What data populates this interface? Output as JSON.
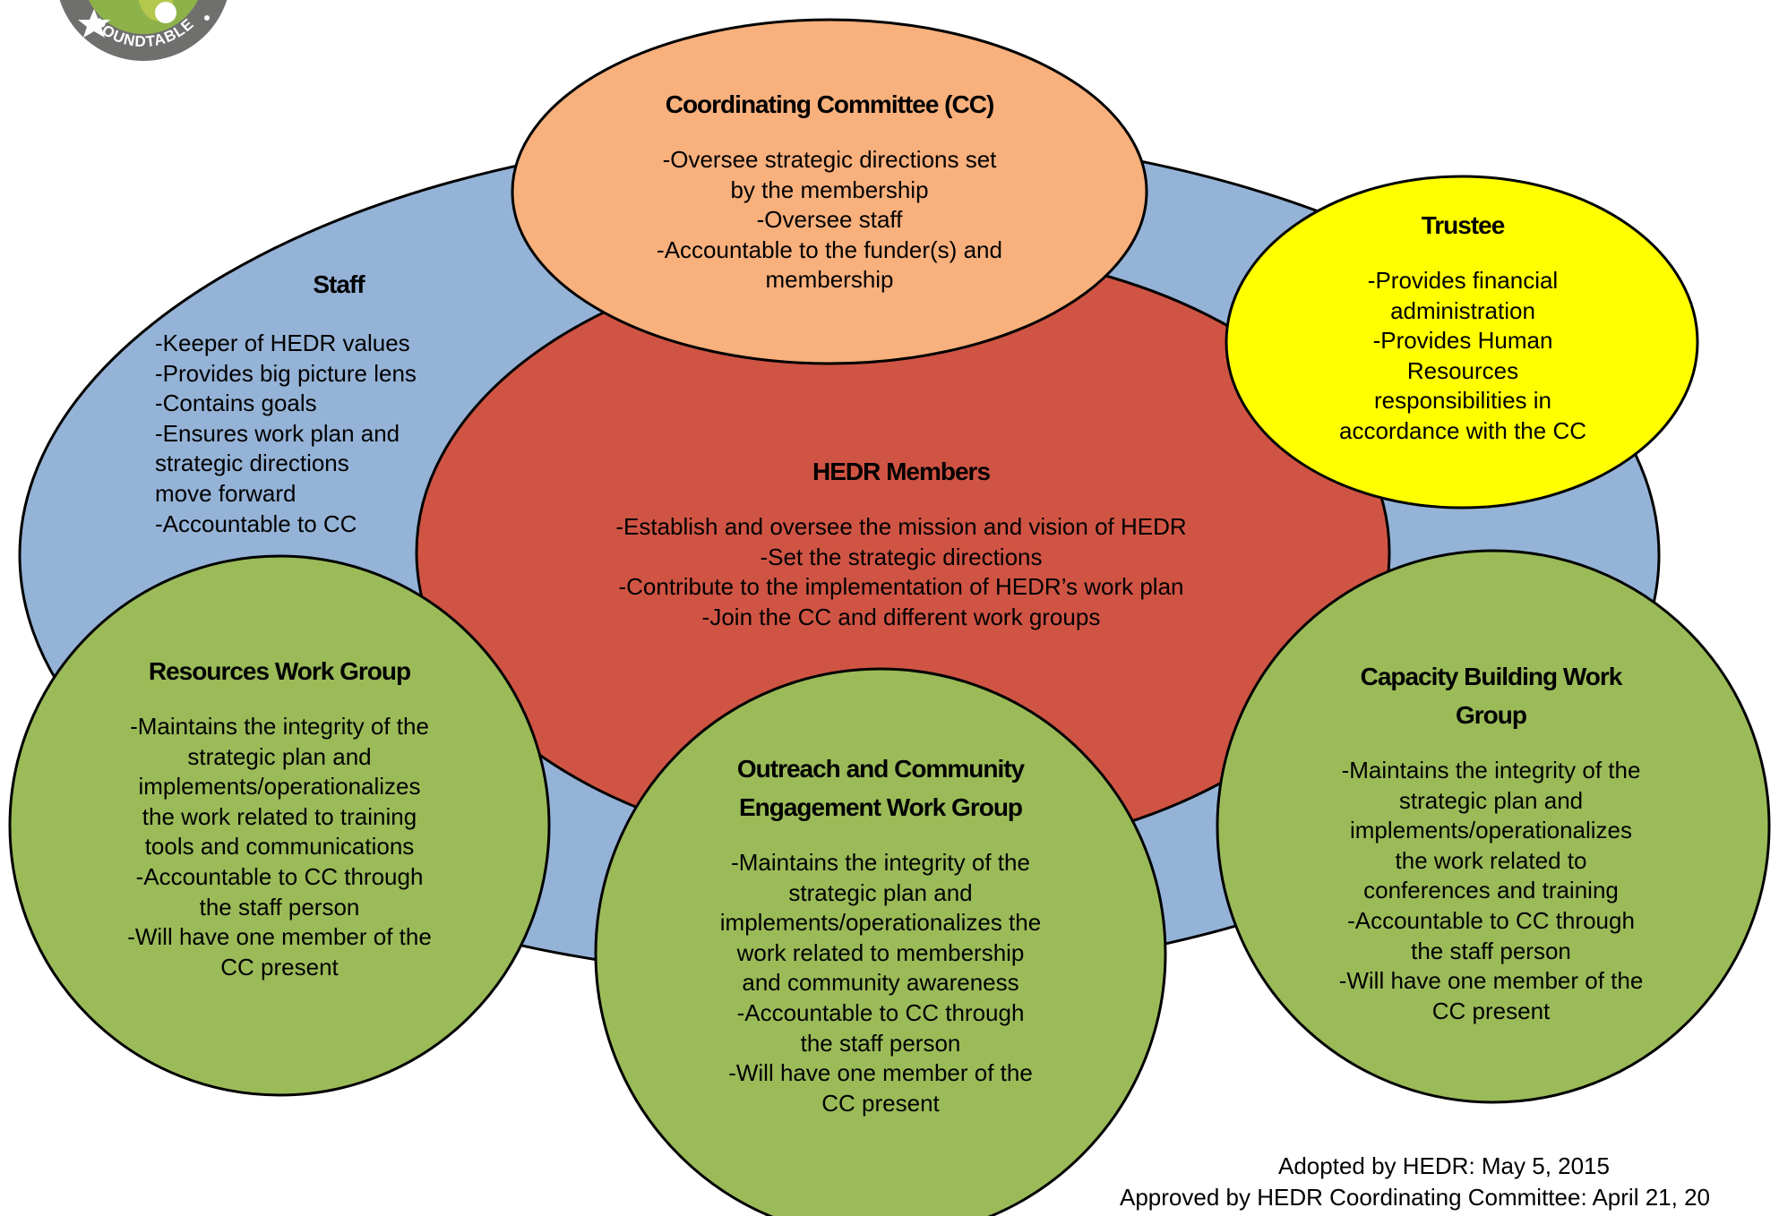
{
  "logo": {
    "text": "ROUNDTABLE",
    "colors": {
      "ring": "#6f6f6e",
      "inner": "#8eb24a",
      "accent": "#f6d96b"
    }
  },
  "colors": {
    "outer_ellipse": "#95b3d7",
    "members_ellipse": "#d05444",
    "committee_ellipse": "#f8b07d",
    "trustee_ellipse": "#ffff00",
    "work_group_circle": "#9bbb59",
    "outline": "#000000"
  },
  "committee": {
    "title": "Coordinating Committee (CC)",
    "lines": [
      "-Oversee strategic directions set",
      "by the membership",
      "-Oversee staff",
      "-Accountable to the funder(s) and",
      "membership"
    ]
  },
  "staff": {
    "title": "Staff",
    "lines": [
      "-Keeper of HEDR values",
      "-Provides big picture lens",
      "-Contains goals",
      "-Ensures work plan and",
      "strategic directions",
      "move forward",
      "-Accountable to CC"
    ]
  },
  "trustee": {
    "title": "Trustee",
    "lines": [
      "-Provides financial",
      "administration",
      "-Provides Human",
      "Resources",
      "responsibilities in",
      "accordance with the CC"
    ]
  },
  "members": {
    "title": "HEDR Members",
    "lines": [
      "-Establish and oversee the mission and vision of HEDR",
      "-Set the strategic directions",
      "-Contribute to the implementation of HEDR’s work plan",
      "-Join the CC and different work groups"
    ]
  },
  "resources_group": {
    "title": "Resources Work Group",
    "lines": [
      "-Maintains the integrity of the",
      "strategic plan and",
      "implements/operationalizes",
      "the work related to training",
      "tools and communications",
      "-Accountable to CC through",
      "the staff person",
      "-Will have one member of the",
      "CC present"
    ]
  },
  "outreach_group": {
    "title_lines": [
      "Outreach and Community",
      "Engagement Work Group"
    ],
    "lines": [
      "-Maintains the integrity of the",
      "strategic plan and",
      "implements/operationalizes the",
      "work related to membership",
      "and community awareness",
      "-Accountable to CC through",
      "the staff person",
      "-Will have one member of the",
      "CC present"
    ]
  },
  "capacity_group": {
    "title_lines": [
      "Capacity Building Work",
      "Group"
    ],
    "lines": [
      "-Maintains the integrity of the",
      "strategic plan and",
      "implements/operationalizes",
      "the work related to",
      "conferences and training",
      "-Accountable to CC through",
      "the staff person",
      "-Will have one member of the",
      "CC present"
    ]
  },
  "footer": {
    "adopted": "Adopted by HEDR: May 5, 2015",
    "approved": "Approved by HEDR Coordinating Committee: April 21, 20"
  }
}
